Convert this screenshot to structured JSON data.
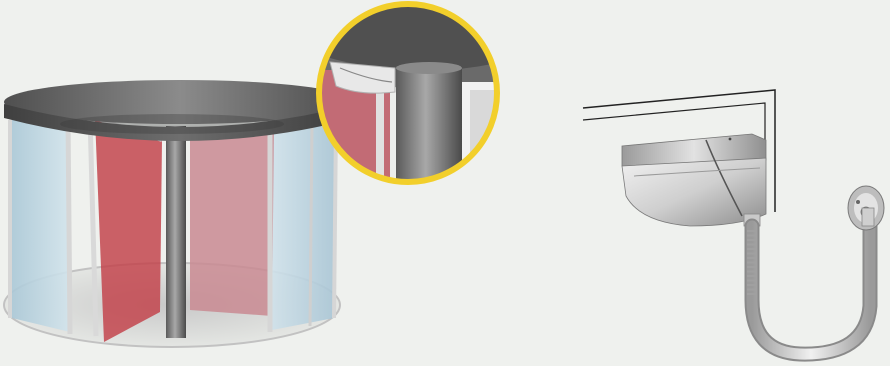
{
  "illustration": {
    "colors": {
      "background": "#eff1ee",
      "canopy": "#5e5e5e",
      "glass": "#bcd6e3",
      "door_leaf_red": "#c23f48",
      "door_leaf_pink": "#c98a92",
      "frame": "#d4d4d4",
      "column": "#707070",
      "callout_ring": "#f2cf2b",
      "sensor_body": "#c6c6c6",
      "cable": "#d0d0d0"
    },
    "icons": [
      "revolving-door-illustration",
      "detail-magnifier-callout",
      "wall-mounted-sensor-illustration"
    ]
  }
}
